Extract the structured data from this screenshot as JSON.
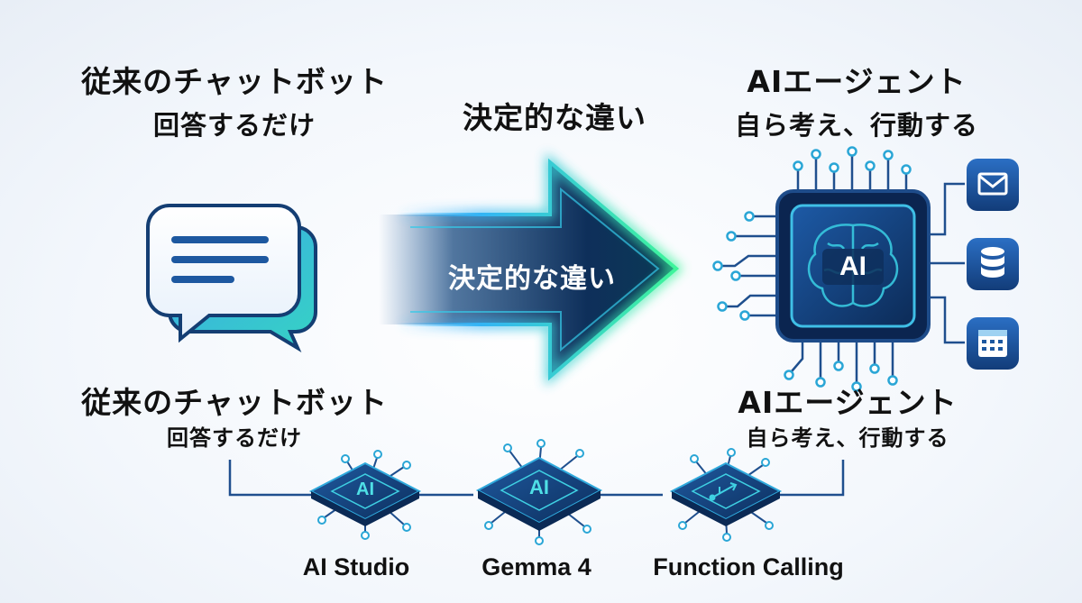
{
  "left": {
    "title": "従来のチャットボット",
    "subtitle": "回答するだけ",
    "title2": "従来のチャットボット",
    "subtitle2": "回答するだけ"
  },
  "center": {
    "heading": "決定的な違い",
    "arrow_text": "決定的な違い"
  },
  "right": {
    "title": "AIエージェント",
    "subtitle": "自ら考え、行動する",
    "title2": "AIエージェント",
    "subtitle2": "自ら考え、行動する",
    "chip_text": "AI",
    "tools": [
      "mail-icon",
      "database-icon",
      "calendar-icon"
    ]
  },
  "bottom": {
    "chips": [
      {
        "label": "AI Studio",
        "chip_text": "AI"
      },
      {
        "label": "Gemma 4",
        "chip_text": "AI"
      },
      {
        "label": "Function Calling",
        "chip_text": ""
      }
    ]
  },
  "colors": {
    "navy": "#0d2d5c",
    "blue": "#1f5da8",
    "cyan": "#35c5e0",
    "green": "#3ee89a"
  }
}
